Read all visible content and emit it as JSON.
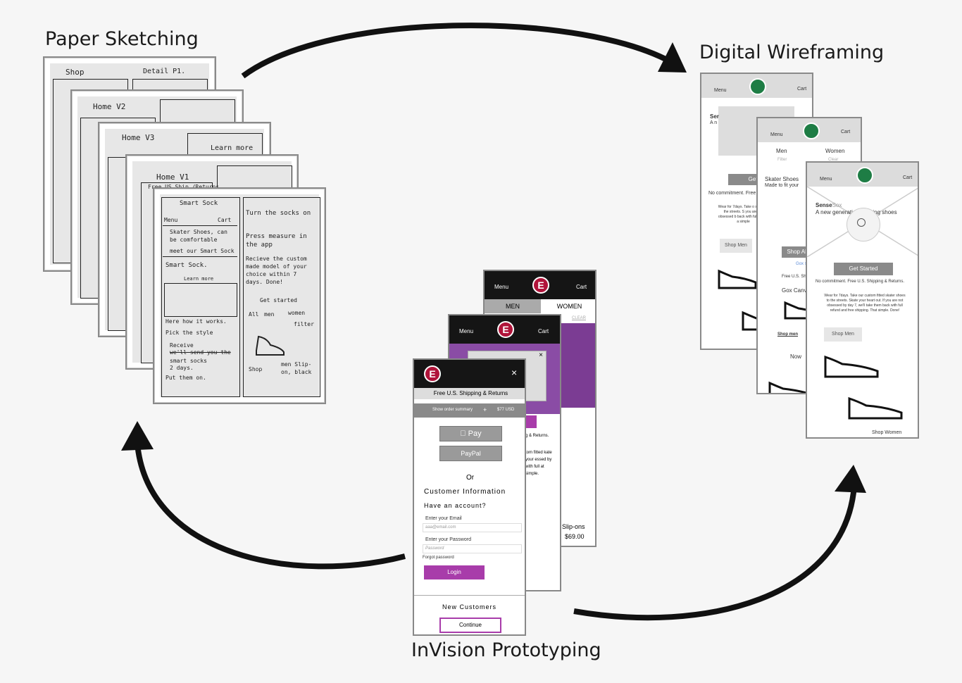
{
  "stages": {
    "paper": "Paper Sketching",
    "wireframe": "Digital Wireframing",
    "prototype": "InVision Prototyping"
  },
  "paper_sheets": {
    "s1_title": "Shop",
    "s1_title2": "Detail P1.",
    "s2_title": "Home V2",
    "s3_title": "Home V3",
    "s3_learn": "Learn more",
    "s4_title": "Home V1",
    "s4_free": "Free US Ship./Returns",
    "s5_logo": "Smart Sock",
    "s5_menu": "Menu",
    "s5_cart": "Cart",
    "s5_tag": "Skater Shoes, can be comfortable",
    "s5_meet": "meet our Smart Sock",
    "s5_smart": "Smart Sock.",
    "s5_learn": "Learn more",
    "s5_how": "Here how it works.",
    "s5_pick": "Pick the style",
    "s5_recv": "Receive",
    "s5_send": "we'll send you the",
    "s5_smartsocks": "smart socks",
    "s5_days": "2 days.",
    "s5_put": "Put them on.",
    "s5_turn": "Turn the socks on",
    "s5_press": "Press measure in the app",
    "s5_rec": "Recieve the custom made model of your choice within 7 days. Done!",
    "s5_get": "Get started",
    "s5_all": "All",
    "s5_men": "men",
    "s5_women": "women",
    "s5_filter": "filter",
    "s5_shop": "Shop",
    "s5_shoe": "men Slip-on, black"
  },
  "wireframes": {
    "menu": "Menu",
    "cart": "Cart",
    "w1_partial1": "Ser",
    "w1_partial2": "A n",
    "w1_get": "Get St",
    "w1_nocommit": "No commitment. Free U",
    "w1_wear": "Wear for 7days. Take o shoes to the streets. S you are not obsessed b back with full refund a simple",
    "w1_shopmen": "Shop Men",
    "w2_men": "Men",
    "w2_women": "Women",
    "w2_filter": "Filter",
    "w2_clear": "Clear",
    "w2_skater": "Skater Shoes",
    "w2_made": "Made to fit your",
    "w2_shopall": "Shop All",
    "w2_gox": "Gox s",
    "w2_free": "Free U.S. Sh",
    "w2_goxcan": "Gox Canv",
    "w2_shopmen": "Shop men",
    "w2_now": "Now",
    "w3_brand": "Sense",
    "w3_brand2": "Sox",
    "w3_tag": "A new generation of fitting shoes",
    "w3_get": "Get Started",
    "w3_nocommit": "No commitment. Free U.S. Shipping & Returns.",
    "w3_wear": "Wear for 7days. Take our custom fitted skater shoes to the streets. Skate your heart out. If you are not obsessed by day 7, we'll take them back with full refund and free shipping. That simple. Done!",
    "w3_shopmen": "Shop Men",
    "w3_shopwomen": "Shop Women"
  },
  "prototype": {
    "menu": "Menu",
    "cart": "Cart",
    "p1_men": "MEN",
    "p1_women": "WOMEN",
    "p1_clear": "CLEAR",
    "p1_slip": "Slip-ons",
    "p1_price": "$69.00",
    "p2_returns": "g & Returns.",
    "p2_text": "tom fitted kate your essed by with full at simple.",
    "p2_urns": "urns",
    "p3_close": "×",
    "p3_free": "Free U.S. Shipping & Returns",
    "p3_summary": "Show order summary",
    "p3_plus": "+",
    "p3_total": "$77 USD",
    "p3_apple": "Pay",
    "p3_paypal": "PayPal",
    "p3_or": "Or",
    "p3_custinfo": "Customer Information",
    "p3_account": "Have an account?",
    "p3_email_label": "Enter your Email",
    "p3_email_ph": "aaa@email.com",
    "p3_pw_label": "Enter your Password",
    "p3_pw_ph": "Password",
    "p3_forgot": "Forgot password",
    "p3_login": "Login",
    "p3_newcust": "New Customers",
    "p3_continue": "Continue"
  },
  "colors": {
    "accent": "#a83caa",
    "logo_red": "#b0143a",
    "logo_green": "#1e7d45"
  }
}
